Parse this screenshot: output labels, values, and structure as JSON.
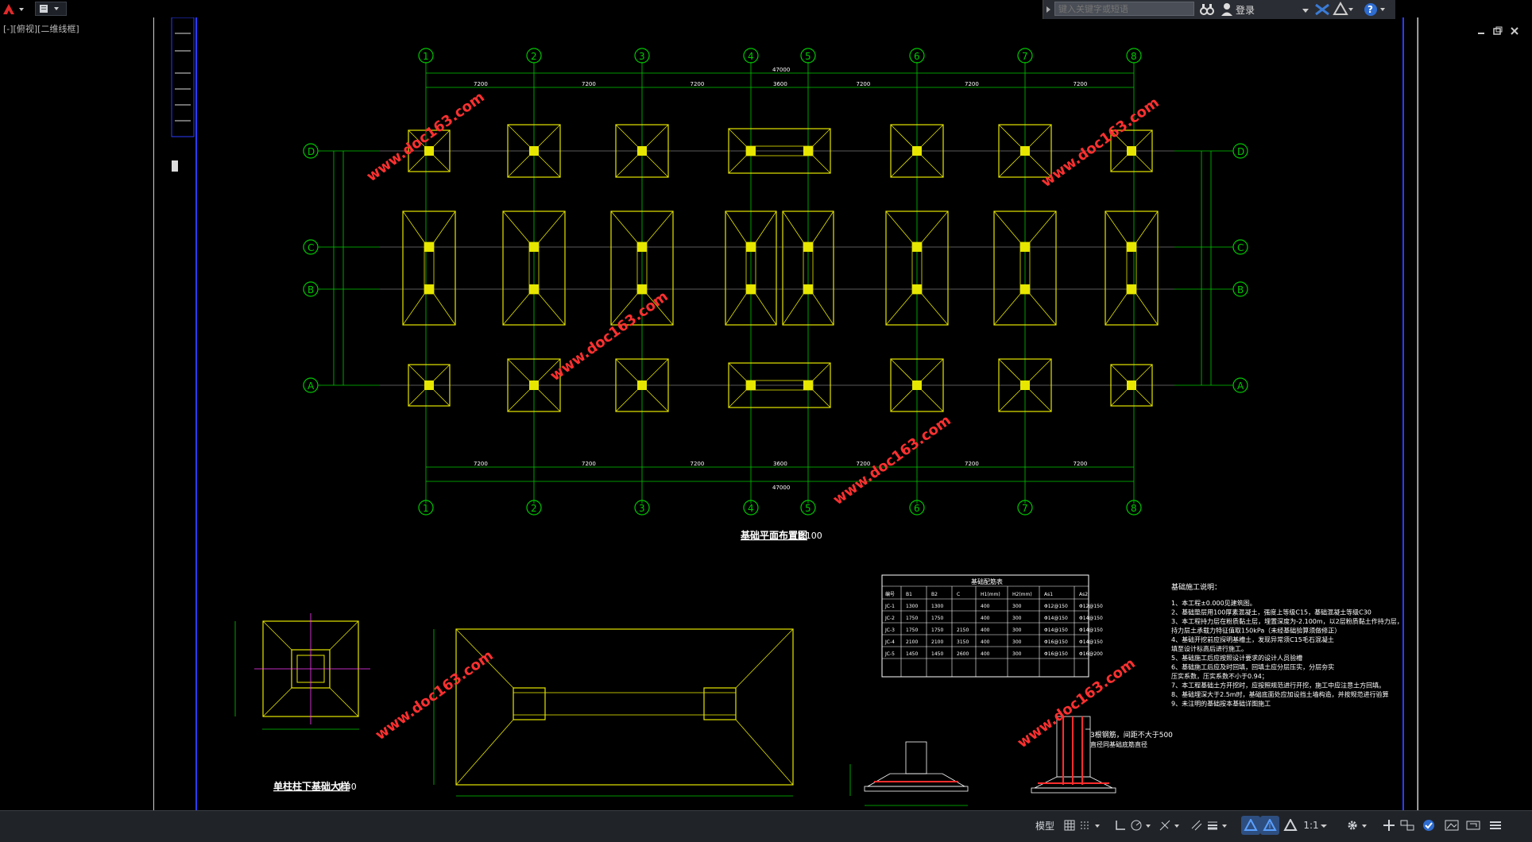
{
  "app": {
    "title": "AutoCAD",
    "viewport_label": "[-][俯视][二维线框]"
  },
  "search": {
    "placeholder": "键入关键字或短语",
    "login_label": "登录"
  },
  "drawing": {
    "plan_title": "基础平面布置图",
    "plan_scale": "1:100",
    "detail_title": "单柱柱下基础大样",
    "detail_scale": "1:30",
    "overall_dim": "47000",
    "axis_numbers": [
      "1",
      "2",
      "3",
      "4",
      "5",
      "6",
      "7",
      "8"
    ],
    "axis_letters": [
      "D",
      "C",
      "B",
      "A"
    ],
    "bay_dims": [
      "7200",
      "7200",
      "7200",
      "3600",
      "7200",
      "7200",
      "7200"
    ],
    "watermark": "www.doc163.com",
    "schedule": {
      "title": "基础配筋表",
      "headers": [
        "编号",
        "B1",
        "B2",
        "C",
        "H1(mm)",
        "H2(mm)",
        "As1",
        "As2"
      ],
      "rows": [
        [
          "JC-1",
          "1300",
          "1300",
          "",
          "400",
          "300",
          "Φ12@150",
          "Φ12@150"
        ],
        [
          "JC-2",
          "1750",
          "1750",
          "",
          "400",
          "300",
          "Φ14@150",
          "Φ14@150"
        ],
        [
          "JC-3",
          "1750",
          "1750",
          "2150",
          "400",
          "300",
          "Φ14@150",
          "Φ14@150"
        ],
        [
          "JC-4",
          "2100",
          "2100",
          "3150",
          "400",
          "300",
          "Φ16@150",
          "Φ14@150"
        ],
        [
          "JC-5",
          "1450",
          "1450",
          "2600",
          "400",
          "300",
          "Φ16@150",
          "Φ16@200"
        ]
      ]
    },
    "notes": {
      "title": "基础施工说明：",
      "lines": [
        "1、本工程±0.000见建筑图。",
        "2、基础垫层用100厚素混凝土，强度上等级C15，基础混凝土等级C30",
        "3、本工程持力层在粉质黏土层，埋置深度为-2.100m，以2层粉质黏土作持力层，",
        "   持力层土承载力特征值取150kPa（未经基础验算须做修正）",
        "4、基础开挖前应探明基槽土，发现异常须C15毛石混凝土",
        "   填至设计标高后进行施工。",
        "5、基础施工后应按照设计要求的设计人员验槽",
        "6、基础施工后应及时回填，回填土应分层压实，分层夯实",
        "   压实系数，压实系数不小于0.94；",
        "7、本工程基础土方开挖时，应按照规范进行开挖，施工中应注意土方回填。",
        "8、基础埋深大于2.5m时，基础底面处应加设挡土墙构造，并按规范进行验算",
        "9、未注明的基础按本基础详图施工"
      ]
    },
    "section_note": "3根钢筋，间距不大于500",
    "section_note2": "直径同基础底筋直径"
  },
  "statusbar": {
    "model_label": "模型",
    "scale_label": "1:1"
  },
  "colors": {
    "axis": "#00c800",
    "footing": "#e6e600",
    "column": "#e6e600",
    "gridline": "#b4b4b4",
    "watermark": "#ff3030",
    "dim": "#00c800",
    "text": "#ffffff",
    "accent": "#2e6cd0"
  }
}
